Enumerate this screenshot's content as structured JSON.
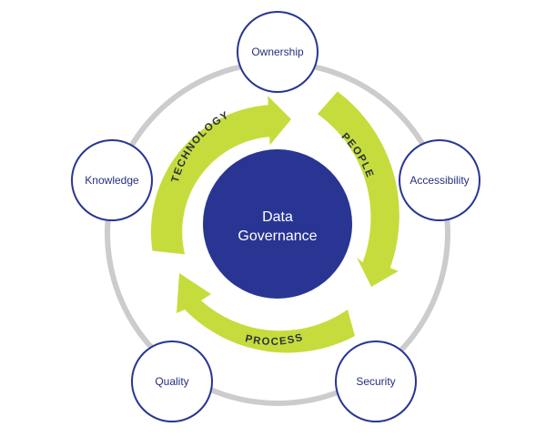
{
  "center": {
    "line1": "Data",
    "line2": "Governance"
  },
  "cycle": {
    "technology": "TECHNOLOGY",
    "people": "PEOPLE",
    "process": "PROCESS"
  },
  "nodes": {
    "ownership": "Ownership",
    "accessibility": "Accessibility",
    "security": "Security",
    "quality": "Quality",
    "knowledge": "Knowledge"
  },
  "colors": {
    "center_fill": "#283593",
    "node_stroke": "#283593",
    "node_text": "#23307f",
    "arrow_fill": "#c6dc3c",
    "outer_ring": "#cccccc"
  }
}
